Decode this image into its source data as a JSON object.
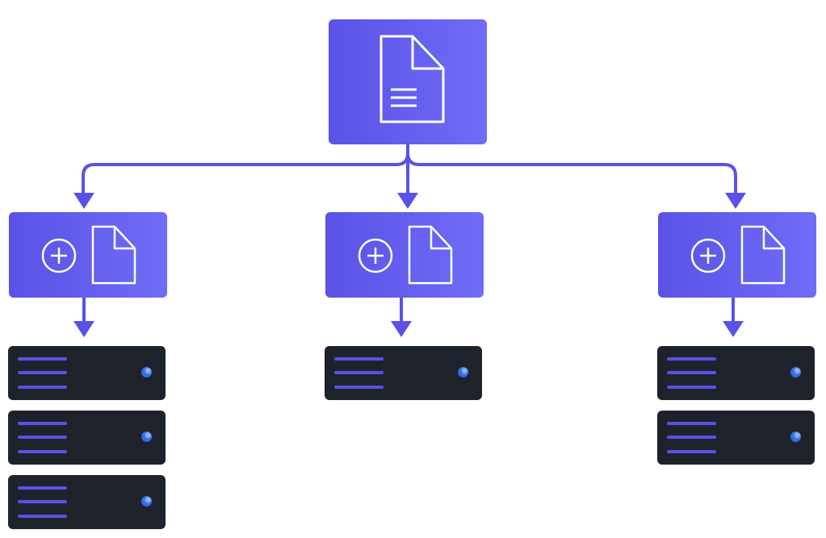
{
  "diagram": {
    "root": {
      "icon": "document-with-lines-icon"
    },
    "children": [
      {
        "icon_left": "plus-circle-icon",
        "icon_right": "document-icon",
        "server_count": 3
      },
      {
        "icon_left": "plus-circle-icon",
        "icon_right": "document-icon",
        "server_count": 1
      },
      {
        "icon_left": "plus-circle-icon",
        "icon_right": "document-icon",
        "server_count": 2
      }
    ],
    "server_icon": "server-icon"
  },
  "colors": {
    "accent": "#5a52e6",
    "accent_light": "#6f6cf6",
    "server_bg": "#1e232b",
    "led": "#3a6fe8"
  }
}
